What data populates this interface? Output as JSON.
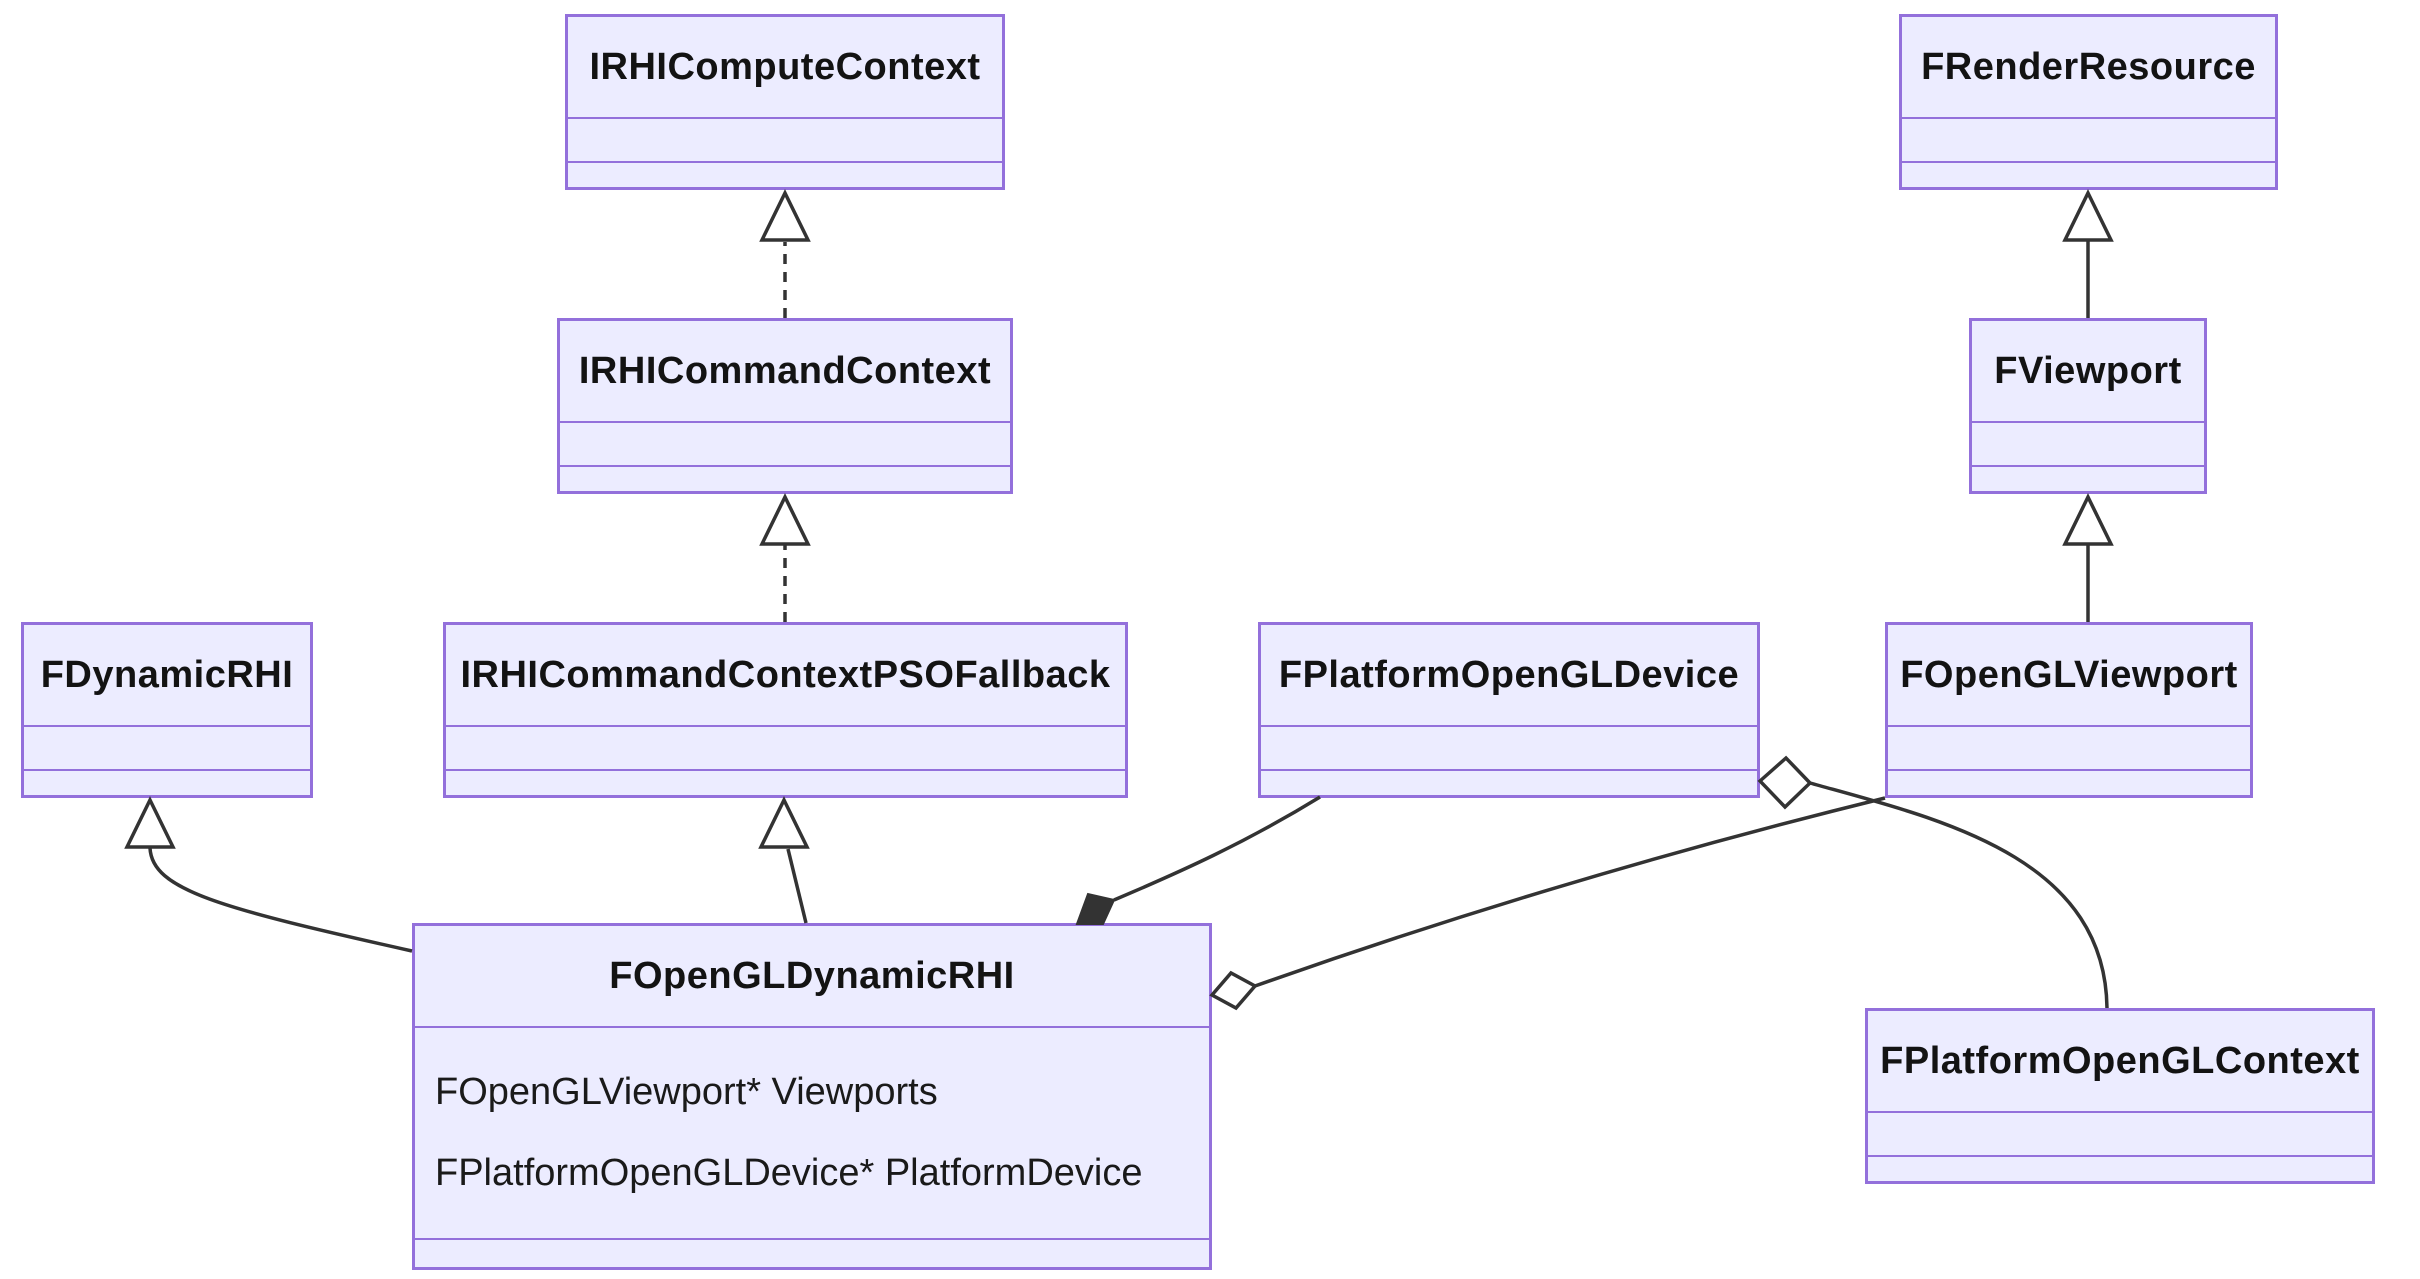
{
  "diagram": {
    "kind": "uml-class-diagram",
    "colors": {
      "node_fill": "#ECECFF",
      "node_border": "#9370DB",
      "edge": "#333333",
      "text": "#131313",
      "background": "#ffffff"
    },
    "classes": {
      "irhiComputeContext": {
        "name": "IRHIComputeContext"
      },
      "irhiCommandContext": {
        "name": "IRHICommandContext"
      },
      "fDynamicRHI": {
        "name": "FDynamicRHI"
      },
      "irhiCommandContextPSOFallback": {
        "name": "IRHICommandContextPSOFallback"
      },
      "fPlatformOpenGLDevice": {
        "name": "FPlatformOpenGLDevice"
      },
      "fRenderResource": {
        "name": "FRenderResource"
      },
      "fViewport": {
        "name": "FViewport"
      },
      "fOpenGLViewport": {
        "name": "FOpenGLViewport"
      },
      "fOpenGLDynamicRHI": {
        "name": "FOpenGLDynamicRHI",
        "members": [
          "FOpenGLViewport* Viewports",
          "FPlatformOpenGLDevice* PlatformDevice"
        ]
      },
      "fPlatformOpenGLContext": {
        "name": "FPlatformOpenGLContext"
      }
    },
    "relationships": [
      {
        "from": "IRHICommandContext",
        "to": "IRHIComputeContext",
        "type": "realization-dashed-inheritance"
      },
      {
        "from": "IRHICommandContextPSOFallback",
        "to": "IRHICommandContext",
        "type": "realization-dashed-inheritance"
      },
      {
        "from": "FOpenGLDynamicRHI",
        "to": "FDynamicRHI",
        "type": "inheritance"
      },
      {
        "from": "FOpenGLDynamicRHI",
        "to": "IRHICommandContextPSOFallback",
        "type": "inheritance"
      },
      {
        "from": "FViewport",
        "to": "FRenderResource",
        "type": "inheritance"
      },
      {
        "from": "FOpenGLViewport",
        "to": "FViewport",
        "type": "inheritance"
      },
      {
        "from": "FOpenGLDynamicRHI",
        "to": "FPlatformOpenGLDevice",
        "type": "composition"
      },
      {
        "from": "FOpenGLDynamicRHI",
        "to": "FOpenGLViewport",
        "type": "aggregation"
      },
      {
        "from": "FPlatformOpenGLDevice",
        "to": "FPlatformOpenGLContext",
        "type": "aggregation"
      }
    ]
  }
}
